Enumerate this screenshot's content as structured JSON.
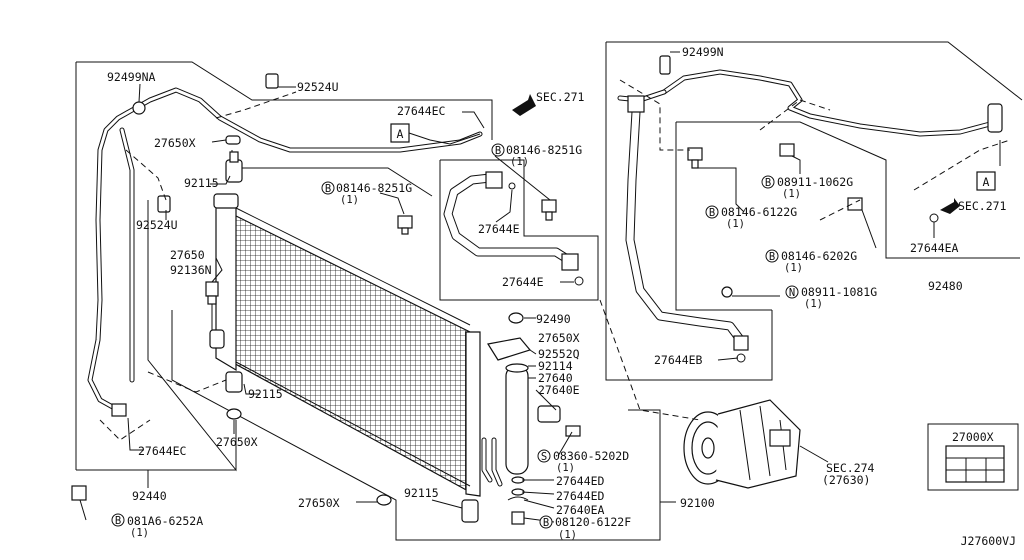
{
  "diagram_id": "J27600VJ",
  "sections": {
    "sec271_top": "SEC.271",
    "sec271_right": "SEC.271",
    "sec274": "SEC.274",
    "sec274_sub": "(27630)",
    "ref_a": "A"
  },
  "labels": {
    "p92499NA": "92499NA",
    "p92524U_top": "92524U",
    "p27644EC_top": "27644EC",
    "p27650X_1": "27650X",
    "p92115_1": "92115",
    "p08146_8251G_mid": "08146-8251G",
    "p08146_8251G_top": "08146-8251G",
    "qty1": "(1)",
    "p92524U_left": "92524U",
    "p27644E_1": "27644E",
    "p27650": "27650",
    "p92136N": "92136N",
    "p27644E_2": "27644E",
    "p92490": "92490",
    "p27650X_2": "27650X",
    "p92552Q": "92552Q",
    "p92114": "92114",
    "p27640": "27640",
    "p27640E": "27640E",
    "p92115_2": "92115",
    "p27650X_3": "27650X",
    "p27644EC_bot": "27644EC",
    "p08360_5202D": "08360-5202D",
    "p27644ED_1": "27644ED",
    "p27644ED_2": "27644ED",
    "p27640EA": "27640EA",
    "p08120_6122F": "08120-6122F",
    "p92115_3": "92115",
    "p27650X_4": "27650X",
    "p92440": "92440",
    "p081A6_6252A": "081A6-6252A",
    "p92100": "92100",
    "p92499N": "92499N",
    "p08911_1062G": "08911-1062G",
    "p08146_6122G": "08146-6122G",
    "p08146_6202G": "08146-6202G",
    "p27644EA": "27644EA",
    "p92480": "92480",
    "p08911_1081G": "08911-1081G",
    "p27644EB": "27644EB",
    "p27000X": "27000X"
  },
  "prefix": {
    "B": "B",
    "N": "N",
    "S": "S"
  }
}
